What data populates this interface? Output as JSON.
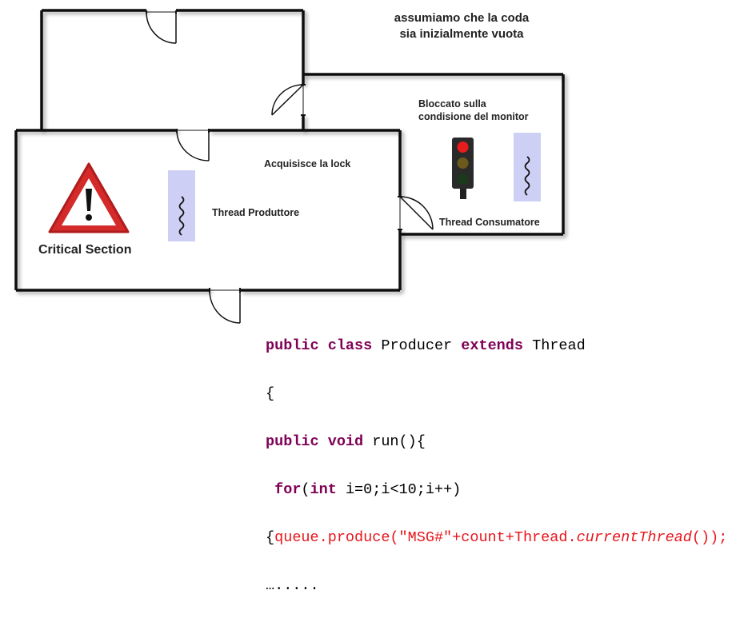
{
  "note": {
    "line1": "assumiamo che la coda",
    "line2": "sia inizialmente vuota"
  },
  "labels": {
    "blocked_line1": "Bloccato sulla",
    "blocked_line2": "condisione del monitor",
    "acquires_lock": "Acquisisce la lock",
    "producer_thread": "Thread Produttore",
    "consumer_thread": "Thread Consumatore",
    "critical_section": "Critical Section"
  },
  "colors": {
    "thread_box": "#cdd0f4",
    "warning_red": "#d42a2a",
    "keyword": "#7f0055",
    "string_red": "#e8141b"
  },
  "code": {
    "l1_kw": "public class",
    "l1_name": " Producer ",
    "l1_kw2": "extends",
    "l1_rest": " Thread",
    "l2": "{",
    "l3_kw": "public void",
    "l3_rest": " run(){",
    "l4_pre": " ",
    "l4_kw": "for",
    "l4_paren": "(",
    "l4_kw2": "int",
    "l4_rest": " i=0;i<10;i++)",
    "l5_brace": "{",
    "l5_red1": "queue.produce(\"MSG#\"+count+Thread.",
    "l5_italic": "currentThread",
    "l5_red2": "());",
    "l6": "…....."
  }
}
